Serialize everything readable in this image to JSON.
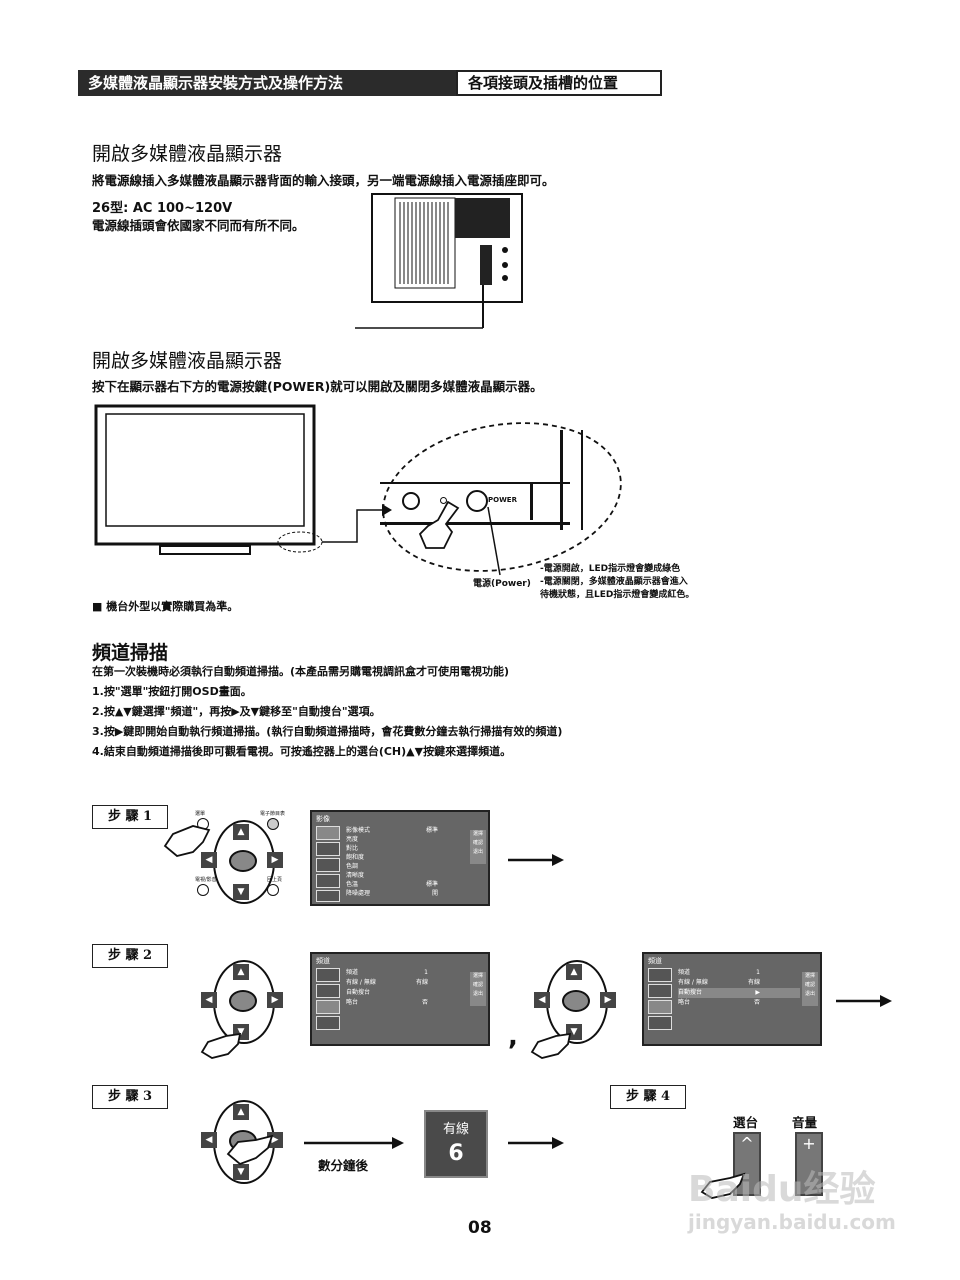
{
  "header": {
    "left_title": "多媒體液晶顯示器安裝方式及操作方法",
    "right_title": "各項接頭及插槽的位置"
  },
  "section1": {
    "title": "開啟多媒體液晶顯示器",
    "desc": "將電源線插入多媒體液晶顯示器背面的輸入接頭，另一端電源線插入電源插座即可。",
    "spec": "26型: AC 100~120V",
    "note": "電源線插頭會依國家不同而有所不同。"
  },
  "section2": {
    "title": "開啟多媒體液晶顯示器",
    "desc": "按下在顯示器右下方的電源按鍵(POWER)就可以開啟及關閉多媒體液晶顯示器。",
    "power_button_label": "POWER",
    "callout_label": "電源(Power)",
    "callout_lines": [
      "-電源開啟，LED指示燈會變成綠色",
      "-電源關閉，多媒體液晶顯示器會進入",
      " 待機狀態，且LED指示燈會變成紅色。"
    ],
    "footnote": "■  機台外型以實際購買為準。"
  },
  "section3": {
    "title": "頻道掃描",
    "lines": [
      "在第一次裝機時必須執行自動頻道掃描。(本產品需另購電視調訊盒才可使用電視功能)",
      "1.按\"選單\"按鈕打開OSD畫面。",
      "2.按▲▼鍵選擇\"頻道\"，再按▶及▼鍵移至\"自動搜台\"選項。",
      "3.按▶鍵即開始自動執行頻道掃描。(執行自動頻道掃描時，會花費數分鐘去執行掃描有效的頻道)",
      "4.結束自動頻道掃描後即可觀看電視。可按遙控器上的選台(CH)▲▼按鍵來選擇頻道。"
    ]
  },
  "steps": {
    "step1": "步 驟  1",
    "step2": "步 驟  2",
    "step3": "步 驟  3",
    "step4": "步 驟  4"
  },
  "remote": {
    "menu": "選單",
    "pic": "電子節目表",
    "tv": "電視/影音",
    "back": "回上頁"
  },
  "osd1": {
    "header": "影像",
    "rows": [
      "影像模式",
      "亮度",
      "對比",
      "飽和度",
      "色調",
      "清晰度",
      "色溫",
      "降噪處理"
    ],
    "values": [
      "標準",
      "",
      "",
      "",
      "",
      "",
      "標準",
      "開"
    ],
    "side": [
      "選擇",
      "確認",
      "退出"
    ]
  },
  "osd2": {
    "header": "頻道",
    "rows": [
      "頻道",
      "有線 / 無線",
      "自動搜台",
      "略台"
    ],
    "values": [
      "1",
      "有線",
      "",
      "否"
    ],
    "side": [
      "選擇",
      "確認",
      "退出"
    ]
  },
  "result_badge": {
    "label": "有線",
    "channel": "6"
  },
  "arrow_caption": "數分鐘後",
  "step4_labels": {
    "channel": "選台",
    "volume": "音量",
    "plus": "+"
  },
  "page_number": "08",
  "watermark": {
    "text": "Baidu经验",
    "url": "jingyan.baidu.com"
  }
}
